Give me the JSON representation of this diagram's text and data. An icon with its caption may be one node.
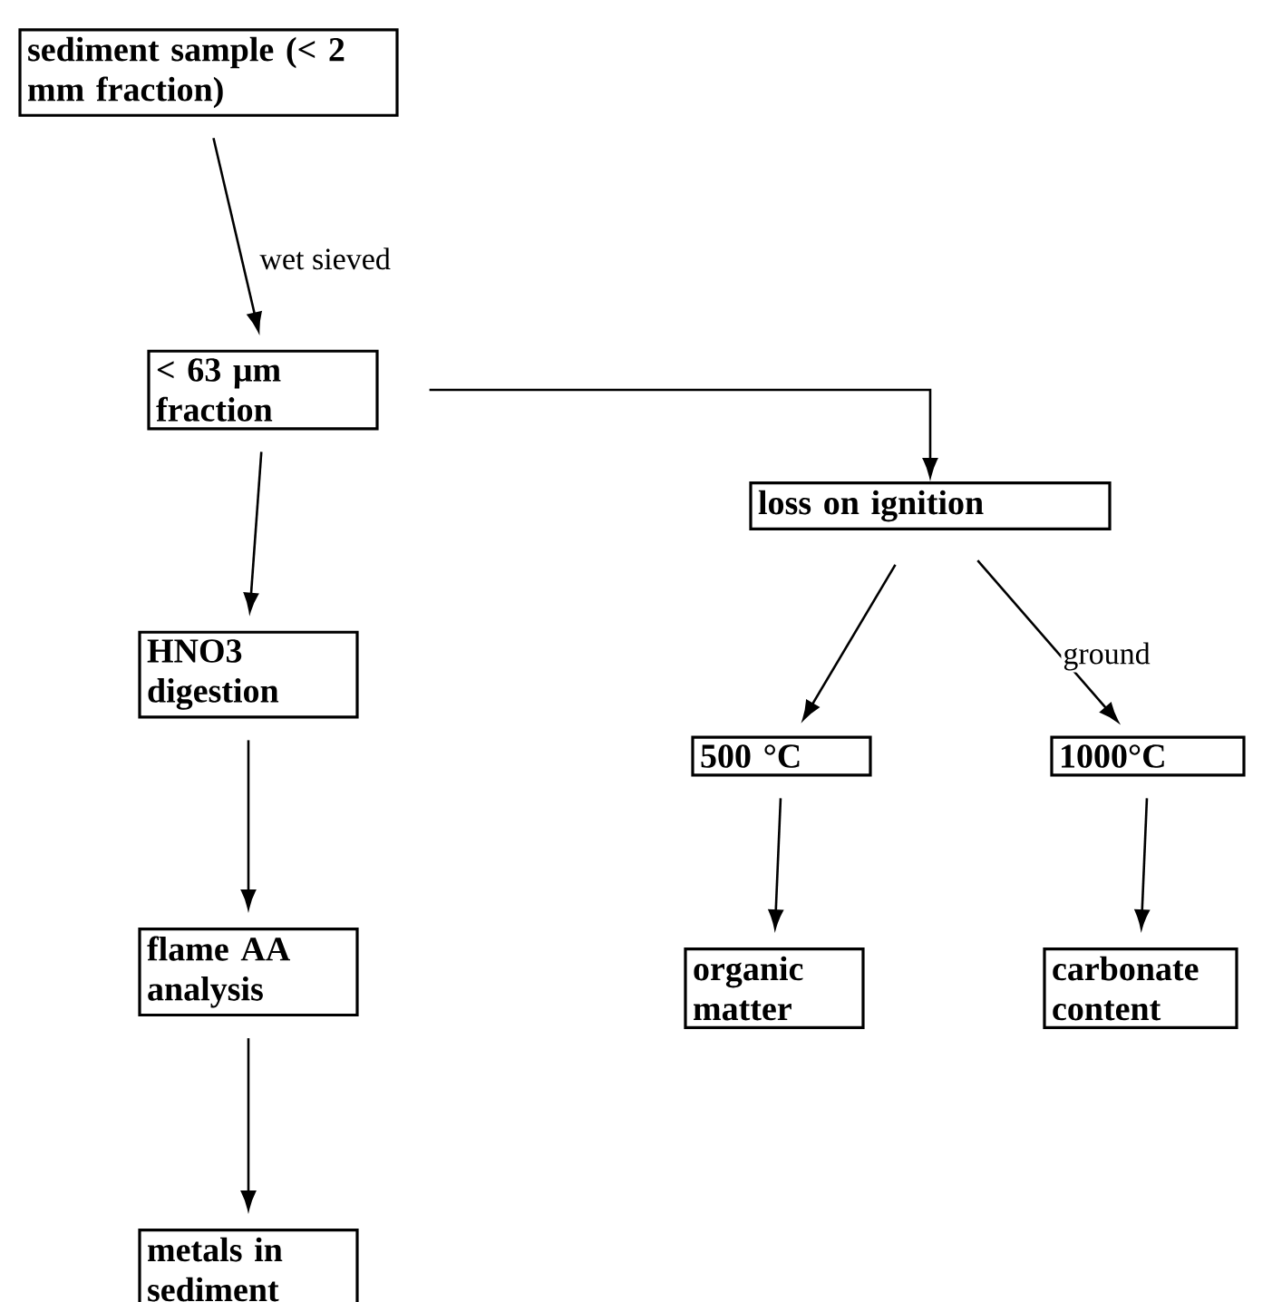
{
  "diagram": {
    "nodes": [
      {
        "text": [
          "sediment sample (< 2 mm fraction)"
        ]
      },
      {
        "text": [
          "< 63 μm fraction"
        ]
      },
      {
        "text": [
          "loss on ignition"
        ]
      },
      {
        "text": [
          "HNO3 digestion"
        ]
      },
      {
        "text": [
          "500 °C"
        ]
      },
      {
        "text": [
          "1000°C"
        ]
      },
      {
        "text": [
          "flame AA analysis"
        ]
      },
      {
        "text": [
          "organic matter"
        ]
      },
      {
        "text": [
          "carbonate content"
        ]
      },
      {
        "text": [
          "metals in sediment"
        ]
      }
    ],
    "edges": [
      {
        "from": 0,
        "to": 1,
        "arrow": "to",
        "label": "wet sieved"
      },
      {
        "from": 1,
        "to": 2,
        "arrow": "to"
      },
      {
        "from": 1,
        "to": 3,
        "arrow": "to"
      },
      {
        "from": 2,
        "to": 4,
        "arrow": "to"
      },
      {
        "from": 2,
        "to": 5,
        "arrow": "to",
        "label": "ground"
      },
      {
        "from": 3,
        "to": 6,
        "arrow": "to"
      },
      {
        "from": 4,
        "to": 7,
        "arrow": "to"
      },
      {
        "from": 5,
        "to": 8,
        "arrow": "to"
      },
      {
        "from": 6,
        "to": 9,
        "arrow": "to"
      }
    ]
  }
}
